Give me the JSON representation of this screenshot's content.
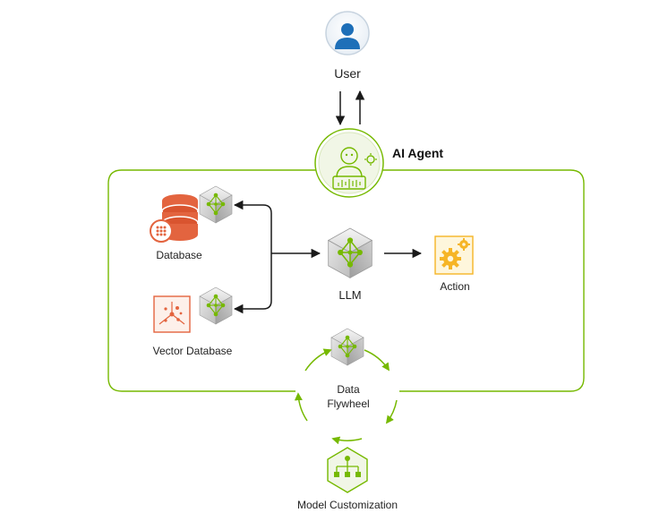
{
  "diagram": {
    "nodes": {
      "user": {
        "label": "User",
        "icon": "user-icon"
      },
      "ai_agent": {
        "label": "AI Agent",
        "icon": "ai-agent-icon"
      },
      "database": {
        "label": "Database",
        "icon": "database-icon"
      },
      "vector_database": {
        "label": "Vector Database",
        "icon": "vector-database-icon"
      },
      "llm": {
        "label": "LLM",
        "icon": "llm-cube-icon"
      },
      "action": {
        "label": "Action",
        "icon": "gear-icon"
      },
      "data_flywheel": {
        "label_line1": "Data",
        "label_line2": "Flywheel",
        "icon": "flywheel-cube-icon"
      },
      "model_customization": {
        "label": "Model Customization",
        "icon": "hierarchy-icon"
      }
    },
    "colors": {
      "accent_green": "#76b900",
      "database_orange": "#e3643f",
      "action_yellow": "#f6b526",
      "user_blue": "#1e6fb8",
      "arrow": "#1a1a1a"
    }
  }
}
